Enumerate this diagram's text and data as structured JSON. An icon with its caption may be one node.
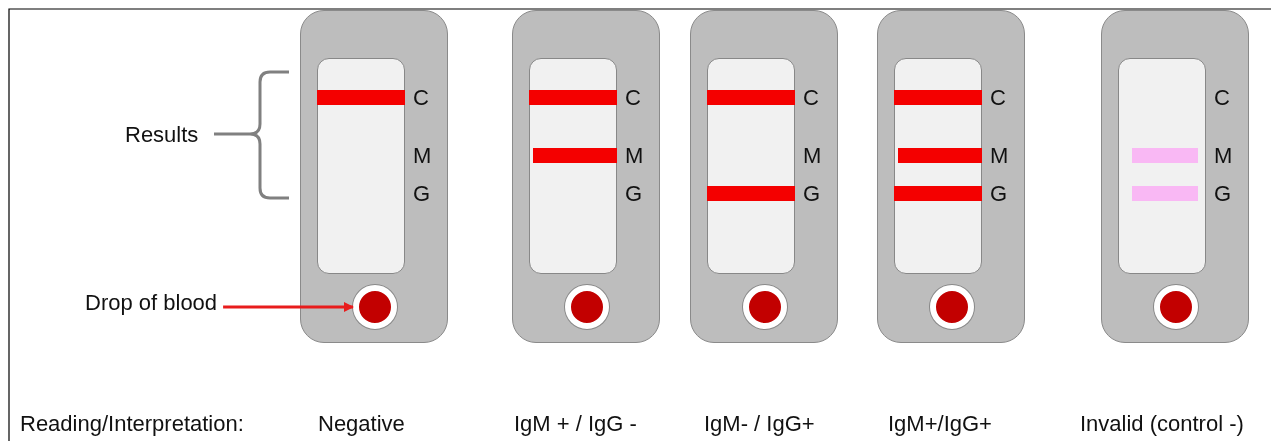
{
  "diagram": {
    "nodes": [
      {
        "text": [
          "Drop of blood"
        ]
      },
      {
        "text": [],
        "shape": "circle"
      },
      {
        "text": [],
        "shape": "circle"
      },
      {
        "text": [],
        "shape": "circle"
      },
      {
        "text": [],
        "shape": "circle"
      },
      {
        "text": [],
        "shape": "circle"
      }
    ],
    "edges": [
      {
        "from": 0,
        "to": 1,
        "arrow": "to"
      }
    ],
    "labels": [
      "Results",
      "C",
      "M",
      "G",
      "C",
      "M",
      "G",
      "C",
      "M",
      "G",
      "C",
      "M",
      "G",
      "C",
      "M",
      "G",
      "Reading/Interpretation:",
      "Negative",
      "IgM + / IgG -",
      "IgM- / IgG+",
      "IgM+/IgG+",
      "Invalid (control -)"
    ]
  }
}
